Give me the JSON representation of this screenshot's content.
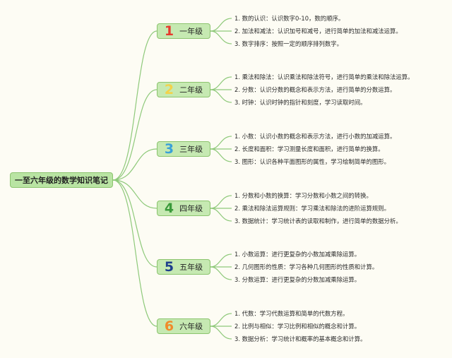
{
  "root": {
    "title": "一至六年级的数学知识笔记"
  },
  "grades": [
    {
      "num": "1",
      "label": "一年级",
      "num_color": "#e63b2e",
      "items": [
        "1. 数的认识：认识数字0-10，数的顺序。",
        "2. 加法和减法：认识加号和减号，进行简单的加法和减法运算。",
        "3. 数字排序：按照一定的顺序排列数字。"
      ]
    },
    {
      "num": "2",
      "label": "二年级",
      "num_color": "#f3d24a",
      "items": [
        "1. 乘法和除法：认识乘法和除法符号，进行简单的乘法和除法运算。",
        "2. 分数：认识分数的概念和表示方法，进行简单的分数运算。",
        "3. 时钟：认识时钟的指针和刻度，学习读取时间。"
      ]
    },
    {
      "num": "3",
      "label": "三年级",
      "num_color": "#3aa0d8",
      "items": [
        "1. 小数：认识小数的概念和表示方法，进行小数的加减运算。",
        "2. 长度和面积：学习测量长度和面积，进行简单的换算。",
        "3. 图形：认识各种平面图形的属性，学习绘制简单的图形。"
      ]
    },
    {
      "num": "4",
      "label": "四年级",
      "num_color": "#3a9a3a",
      "items": [
        "1. 分数和小数的换算：学习分数和小数之间的转换。",
        "2. 乘法和除法运算规则：学习乘法和除法的进阶运算规则。",
        "3. 数据统计：学习统计表的读取和制作，进行简单的数据分析。"
      ]
    },
    {
      "num": "5",
      "label": "五年级",
      "num_color": "#1f3f8c",
      "items": [
        "1. 小数运算：进行更复杂的小数加减乘除运算。",
        "2. 几何图形的性质：学习各种几何图形的性质和计算。",
        "3. 分数运算：进行更复杂的分数加减乘除运算。"
      ]
    },
    {
      "num": "6",
      "label": "六年级",
      "num_color": "#f08a2a",
      "items": [
        "1. 代数：学习代数运算和简单的代数方程。",
        "2. 比例与相似：学习比例和相似的概念和计算。",
        "3. 数据分析：学习统计和概率的基本概念和计算。"
      ]
    }
  ],
  "colors": {
    "line": "#8ec97a",
    "node_fill": "#c6e9b2",
    "root_fill": "#b9e4a3"
  }
}
